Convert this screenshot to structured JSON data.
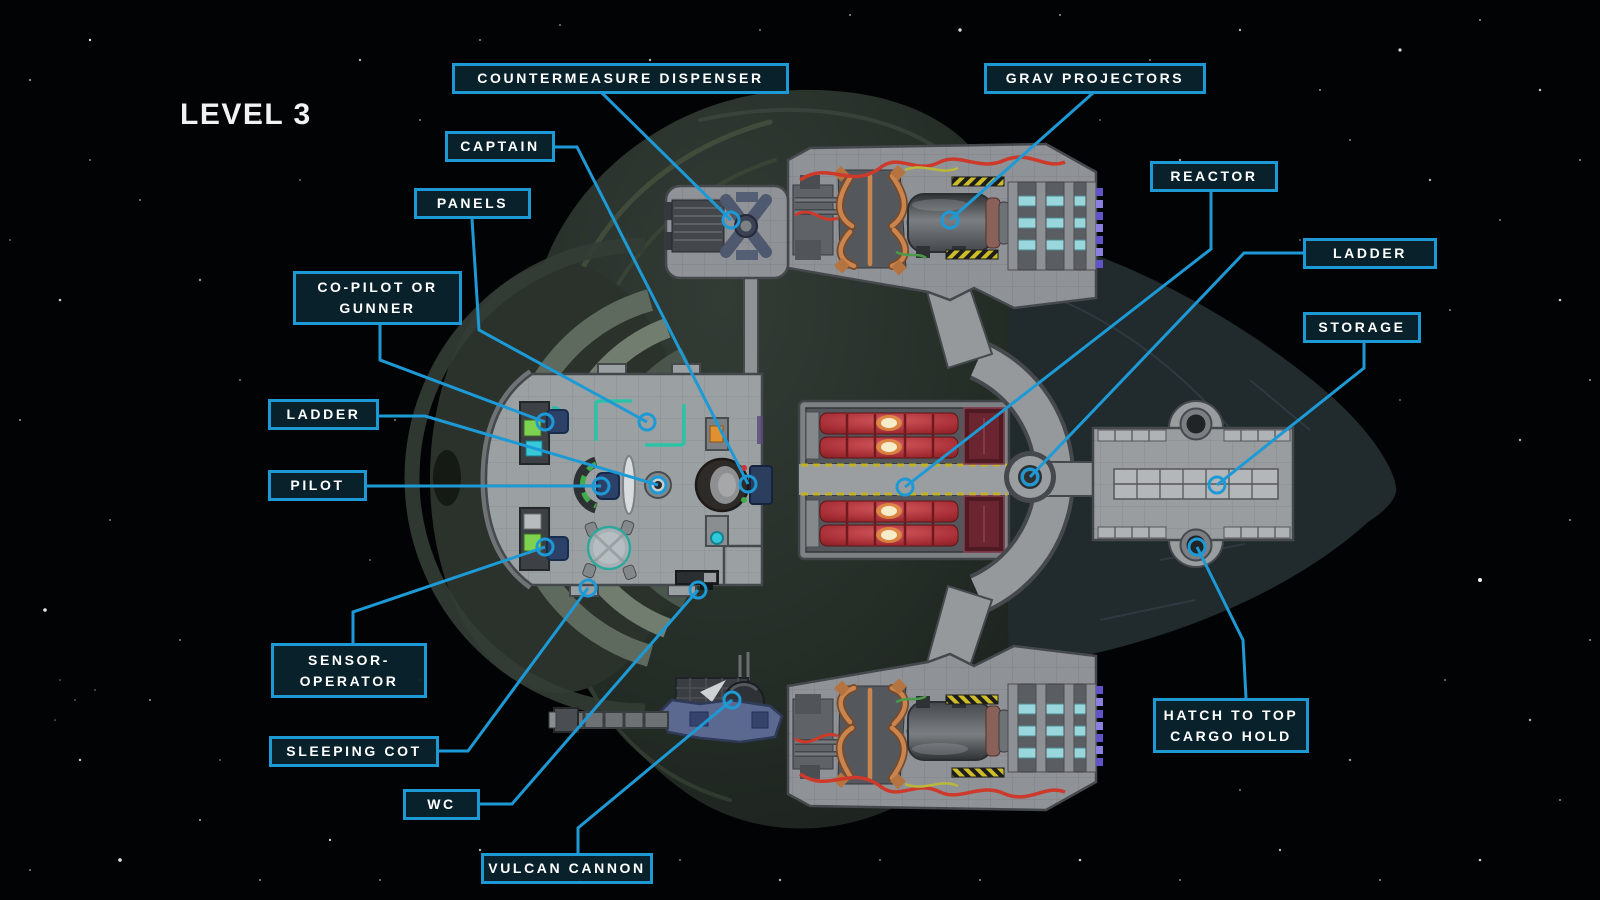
{
  "page": {
    "level_title": "LEVEL 3"
  },
  "colors": {
    "background": "#020304",
    "callout_border": "#1d9ad6",
    "callout_background": "#0a232e",
    "callout_text": "#ffffff",
    "leader_line": "#1d9ad6",
    "reactor_rods": "#a62e34",
    "deck_floor": "#9ba0a3",
    "hull": "#242c27"
  },
  "labels": [
    {
      "id": "countermeasure-dispenser",
      "line1": "COUNTERMEASURE DISPENSER"
    },
    {
      "id": "grav-projectors",
      "line1": "GRAV PROJECTORS"
    },
    {
      "id": "captain",
      "line1": "CAPTAIN"
    },
    {
      "id": "panels",
      "line1": "PANELS"
    },
    {
      "id": "co-pilot-or-gunner",
      "line1": "CO-PILOT OR",
      "line2": "GUNNER"
    },
    {
      "id": "ladder-cockpit",
      "line1": "LADDER"
    },
    {
      "id": "pilot",
      "line1": "PILOT"
    },
    {
      "id": "reactor",
      "line1": "REACTOR"
    },
    {
      "id": "ladder-junction",
      "line1": "LADDER"
    },
    {
      "id": "storage",
      "line1": "STORAGE"
    },
    {
      "id": "sensor-operator",
      "line1": "SENSOR-",
      "line2": "OPERATOR"
    },
    {
      "id": "sleeping-cot",
      "line1": "SLEEPING COT"
    },
    {
      "id": "wc",
      "line1": "WC"
    },
    {
      "id": "vulcan-cannon",
      "line1": "VULCAN CANNON"
    },
    {
      "id": "hatch-to-top-cargo-hold",
      "line1": "HATCH TO TOP",
      "line2": "CARGO HOLD"
    }
  ]
}
